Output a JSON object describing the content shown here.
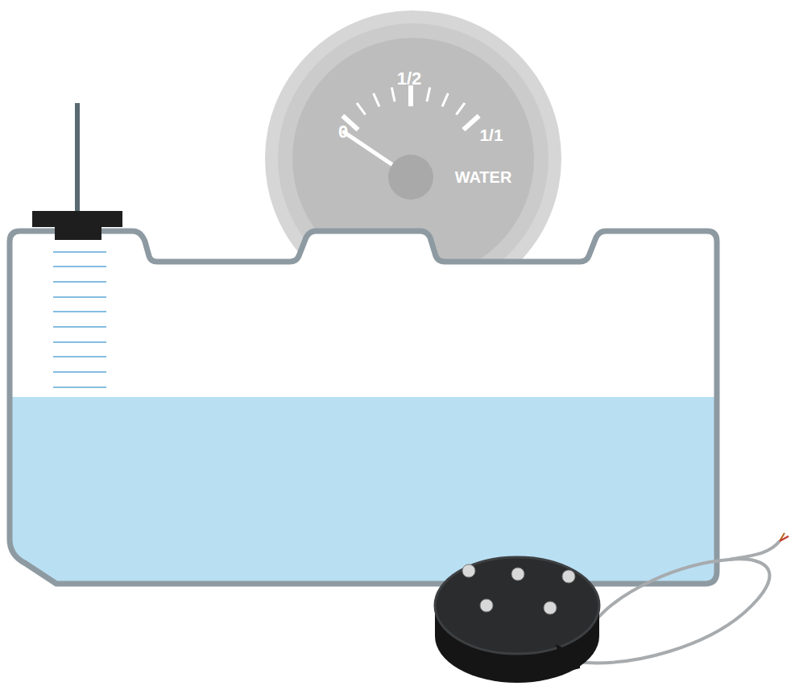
{
  "diagram": {
    "nodes": [
      {
        "text": [
          "0",
          "1/2",
          "1/1",
          "WATER"
        ]
      }
    ]
  }
}
